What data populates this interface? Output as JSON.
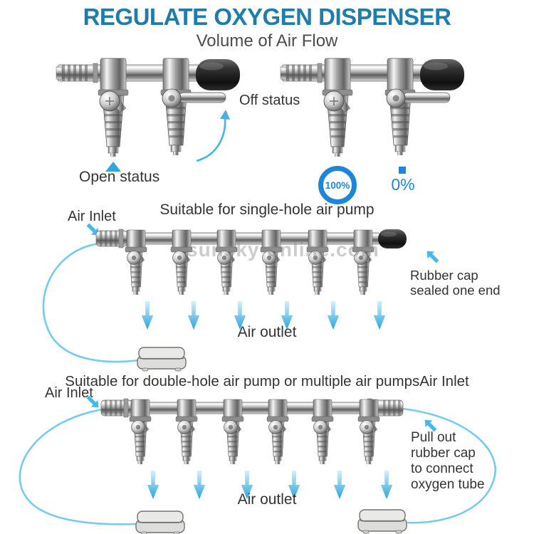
{
  "title": "REGULATE OXYGEN DISPENSER",
  "subtitle": "Volume of Air Flow",
  "watermark": "sunsky-online.com",
  "colors": {
    "title_blue": "#1f7dac",
    "badge_blue": "#1e86d8",
    "arrow_blue": "#35a9de",
    "tube_blue": "#74cbf0",
    "text_dark": "#343434",
    "rubber_black": "#1b1b1b"
  },
  "demo": {
    "off_label": "Off status",
    "open_label": "Open status",
    "full_value": "100%",
    "zero_value": "0%"
  },
  "single": {
    "heading": "Suitable for single-hole air pump",
    "air_inlet": "Air Inlet",
    "rubber_cap_line1": "Rubber cap",
    "rubber_cap_line2": "sealed one end",
    "air_outlet": "Air outlet"
  },
  "double": {
    "heading": "Suitable for double-hole air pump or multiple air pumpsAir Inlet",
    "air_inlet": "Air Inlet",
    "pull_line1": "Pull out",
    "pull_line2": "rubber cap",
    "pull_line3": "to connect",
    "pull_line4": "oxygen tube",
    "air_outlet": "Air outlet"
  }
}
